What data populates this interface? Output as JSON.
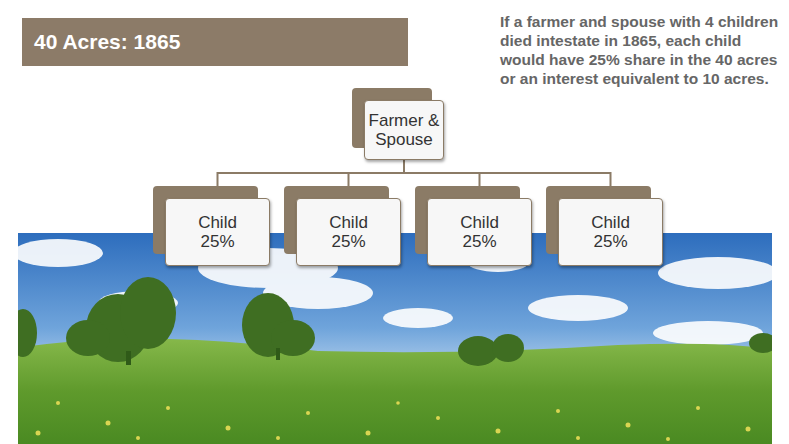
{
  "diagram": {
    "title": "40 Acres: 1865",
    "nodes": [
      {
        "text": [
          "Farmer & Spouse"
        ]
      },
      {
        "text": [
          "Child 25%"
        ]
      },
      {
        "text": [
          "Child 25%"
        ]
      },
      {
        "text": [
          "Child 25%"
        ]
      },
      {
        "text": [
          "Child 25%"
        ]
      }
    ],
    "edges": [
      {
        "from": 0,
        "to": 1,
        "arrow": "none"
      },
      {
        "from": 0,
        "to": 2,
        "arrow": "none"
      },
      {
        "from": 0,
        "to": 3,
        "arrow": "none"
      },
      {
        "from": 0,
        "to": 4,
        "arrow": "none"
      }
    ],
    "labels": [
      "If a farmer and spouse with 4 children died intestate in 1865, each child would have 25% share in the 40 acres or an interest equivalent to 10 acres."
    ]
  }
}
